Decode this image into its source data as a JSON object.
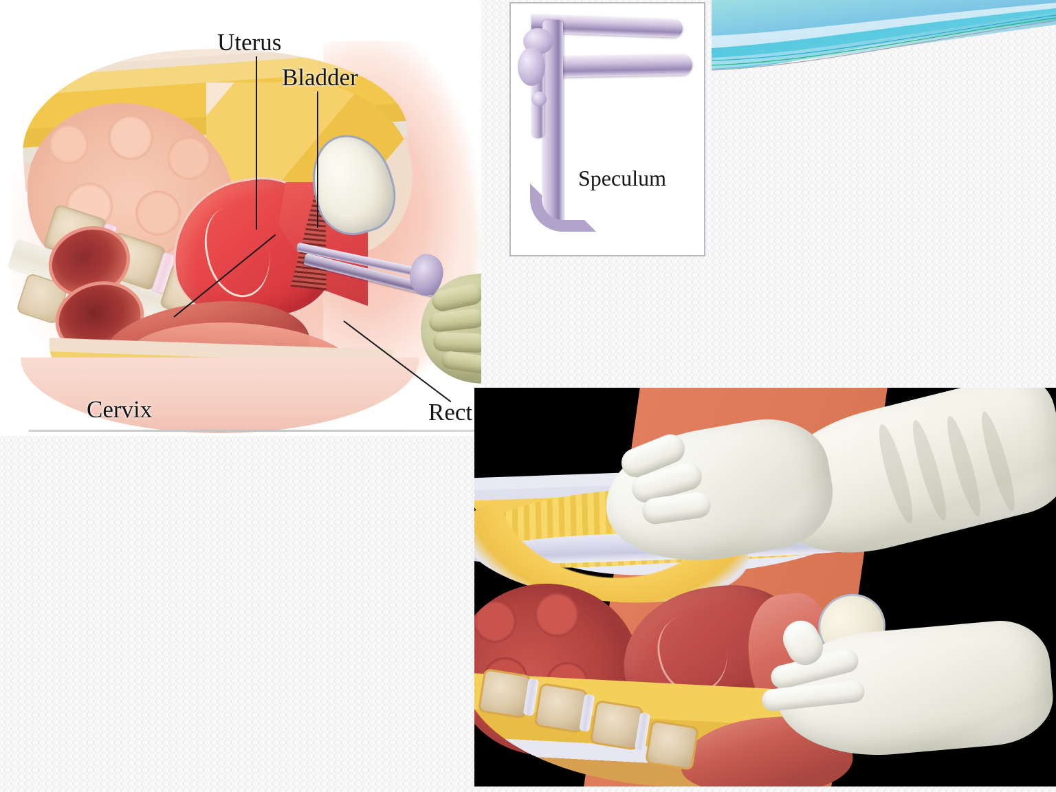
{
  "slide": {
    "theme": "facet-wave",
    "background_color": "#fafafb",
    "accent_colors": {
      "cyan": "#36dcec",
      "teal": "#21c5c0",
      "blue": "#7fc8e8",
      "green": "#1fb47e",
      "gray": "#8f9296"
    },
    "title": "",
    "body_text": ""
  },
  "figures": {
    "speculum_exam": {
      "name": "speculum-examination-diagram",
      "description": "Sagittal section of female pelvis during speculum examination",
      "labels": [
        {
          "id": "uterus",
          "text": "Uterus"
        },
        {
          "id": "bladder",
          "text": "Bladder"
        },
        {
          "id": "cervix",
          "text": "Cervix"
        },
        {
          "id": "rectum",
          "text": "Rect"
        }
      ]
    },
    "speculum_inset": {
      "name": "speculum-instrument-inset",
      "caption": "Speculum",
      "border_color": "#b9b9bd"
    },
    "bimanual_exam": {
      "name": "bimanual-examination-photo",
      "description": "Sagittal section of female pelvis during bimanual examination with two gloved hands",
      "background_color": "#000000",
      "labels": []
    }
  }
}
